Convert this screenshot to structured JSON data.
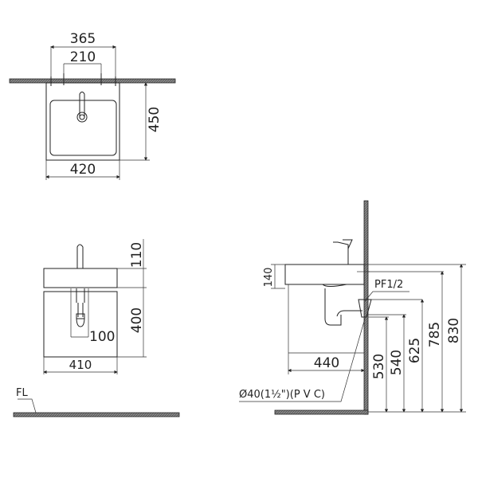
{
  "top_view": {
    "dim_outer_holes": "365",
    "dim_inner_holes": "210",
    "dim_depth": "450",
    "dim_width": "420"
  },
  "front_view": {
    "dim_faucet_height": "110",
    "dim_cabinet_height": "400",
    "dim_trap": "100",
    "dim_width": "410",
    "floor_label": "FL"
  },
  "side_view": {
    "dim_basin_height": "140",
    "dim_projection": "440",
    "supply_label": "PF1/2",
    "drain_label": "Ø40(1½\")(P V C)",
    "heights": [
      "530",
      "540",
      "625",
      "785",
      "830"
    ]
  }
}
